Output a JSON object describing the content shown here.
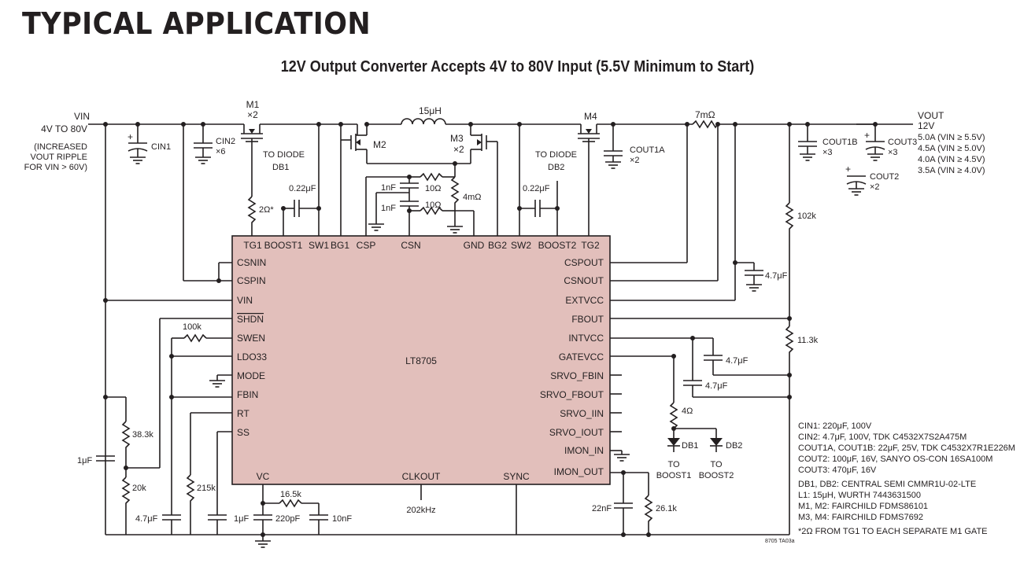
{
  "heading": "TYPICAL APPLICATION",
  "subtitle": "12V Output Converter Accepts 4V to 80V Input (5.5V Minimum to Start)",
  "ic": {
    "name": "LT8705",
    "top_pins": [
      "TG1",
      "BOOST1",
      "SW1",
      "BG1",
      "CSP",
      "CSN",
      "GND",
      "BG2",
      "SW2",
      "BOOST2",
      "TG2"
    ],
    "left_pins": [
      "CSNIN",
      "CSPIN",
      "VIN",
      "SHDN",
      "SWEN",
      "LDO33",
      "MODE",
      "FBIN",
      "RT",
      "SS"
    ],
    "right_pins": [
      "CSPOUT",
      "CSNOUT",
      "EXTVCC",
      "FBOUT",
      "INTVCC",
      "GATEVCC",
      "SRVO_FBIN",
      "SRVO_FBOUT",
      "SRVO_IIN",
      "SRVO_IOUT",
      "IMON_IN",
      "IMON_OUT"
    ],
    "bottom_pins": [
      "VC",
      "CLKOUT",
      "SYNC"
    ]
  },
  "vin": {
    "label": "VIN",
    "range": "4V TO 80V",
    "note": [
      "(INCREASED",
      "VOUT RIPPLE",
      "FOR VIN > 60V)"
    ]
  },
  "vout": {
    "label": "VOUT",
    "voltage": "12V",
    "currents": [
      "5.0A (VIN ≥ 5.5V)",
      "4.5A (VIN ≥ 5.0V)",
      "4.0A (VIN ≥ 4.5V)",
      "3.5A (VIN ≥ 4.0V)"
    ]
  },
  "components": {
    "cin1": "CIN1",
    "cin2": "CIN2",
    "cin2_mult": "×6",
    "m1": "M1",
    "m1_mult": "×2",
    "m2": "M2",
    "m3": "M3",
    "m3_mult": "×2",
    "m4": "M4",
    "inductor": "15μH",
    "r_sense_out": "7mΩ",
    "r_sense_in": "4mΩ",
    "r_csp": "10Ω",
    "r_csn": "10Ω",
    "c_csp": "1nF",
    "c_csn": "1nF",
    "to_diode_db1": [
      "TO DIODE",
      "DB1"
    ],
    "to_diode_db2": [
      "TO DIODE",
      "DB2"
    ],
    "c_boost1": "0.22μF",
    "c_boost2": "0.22μF",
    "r_tg1": "2Ω*",
    "cout1a": "COUT1A",
    "cout1a_mult": "×2",
    "cout1b": "COUT1B",
    "cout1b_mult": "×3",
    "cout3": "COUT3",
    "cout3_mult": "×3",
    "cout2": "COUT2",
    "cout2_mult": "×2",
    "r_fb_top": "102k",
    "r_fb_bot": "11.3k",
    "c_extvcc": "4.7μF",
    "c_intvcc": "4.7μF",
    "c_gatevcc": "4.7μF",
    "r_gate": "4Ω",
    "db1": "DB1",
    "db2": "DB2",
    "to_boost1": [
      "TO",
      "BOOST1"
    ],
    "to_boost2": [
      "TO",
      "BOOST2"
    ],
    "r_swen": "100k",
    "r_fbin_top": "38.3k",
    "r_fbin_bot": "20k",
    "c_vin": "1μF",
    "c_ldo": "4.7μF",
    "r_rt": "215k",
    "c_ss": "1μF",
    "r_vc": "16.5k",
    "c_vc_p": "220pF",
    "c_vc_s": "10nF",
    "clkout_freq": "202kHz",
    "c_imon": "22nF",
    "r_imon": "26.1k"
  },
  "notes": [
    "CIN1: 220μF, 100V",
    "CIN2: 4.7μF, 100V, TDK C4532X7S2A475M",
    "COUT1A, COUT1B: 22μF, 25V, TDK C4532X7R1E226M",
    "COUT2: 100μF, 16V, SANYO OS-CON 16SA100M",
    "COUT3: 470μF, 16V",
    "DB1, DB2: CENTRAL SEMI CMMR1U-02-LTE",
    "L1: 15μH, WURTH 7443631500",
    "M1, M2: FAIRCHILD FDMS86101",
    "M3, M4: FAIRCHILD FDMS7692",
    "*2Ω FROM TG1 TO EACH SEPARATE M1 GATE"
  ],
  "figure_id": "8705 TA03a"
}
